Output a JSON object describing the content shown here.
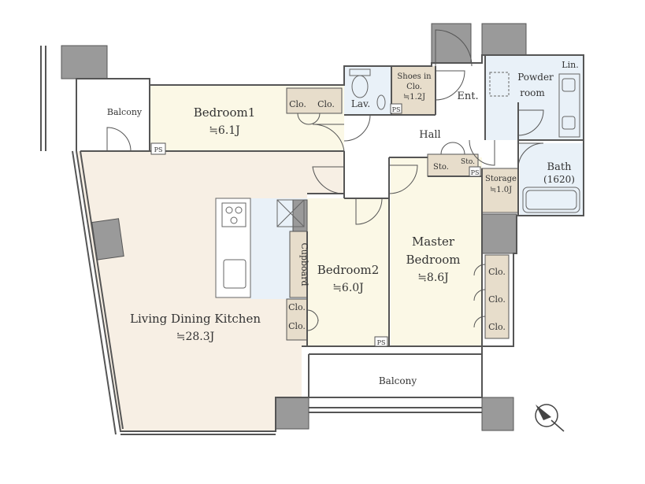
{
  "labels": {
    "balcony_left": "Balcony",
    "bedroom1_name": "Bedroom1",
    "bedroom1_size": "≒6.1J",
    "clo_b1_a": "Clo.",
    "clo_b1_b": "Clo.",
    "lav": "Lav.",
    "shoes_line1": "Shoes in",
    "shoes_line2": "Clo.",
    "shoes_line3": "≒1.2J",
    "ps_1": "PS",
    "ps_2": "PS",
    "ps_3": "PS",
    "ps_4": "PS",
    "ent": "Ent.",
    "powder_line1": "Powder",
    "powder_line2": "room",
    "lin": "Lin.",
    "hall": "Hall",
    "sto_1": "Sto.",
    "sto_2": "Sto.",
    "storage_line1": "Storage",
    "storage_line2": "≒1.0J",
    "bath_line1": "Bath",
    "bath_line2": "(1620)",
    "master_line1": "Master",
    "master_line2": "Bedroom",
    "master_size": "≒8.6J",
    "clo_m_1": "Clo.",
    "clo_m_2": "Clo.",
    "clo_m_3": "Clo.",
    "cupboard": "Cupboard",
    "bedroom2_name": "Bedroom2",
    "bedroom2_size": "≒6.0J",
    "clo_b2_1": "Clo.",
    "clo_b2_2": "Clo.",
    "ldk_name": "Living Dining Kitchen",
    "ldk_size": "≒28.3J",
    "balcony_bottom": "Balcony"
  },
  "colors": {
    "ldk_floor": "#f7efe4",
    "bedroom_floor": "#fbf8e6",
    "wet_floor": "#e9f1f8",
    "storage_floor": "#e7ddcb",
    "wall": "#9a9a9a",
    "outline": "#555555"
  }
}
